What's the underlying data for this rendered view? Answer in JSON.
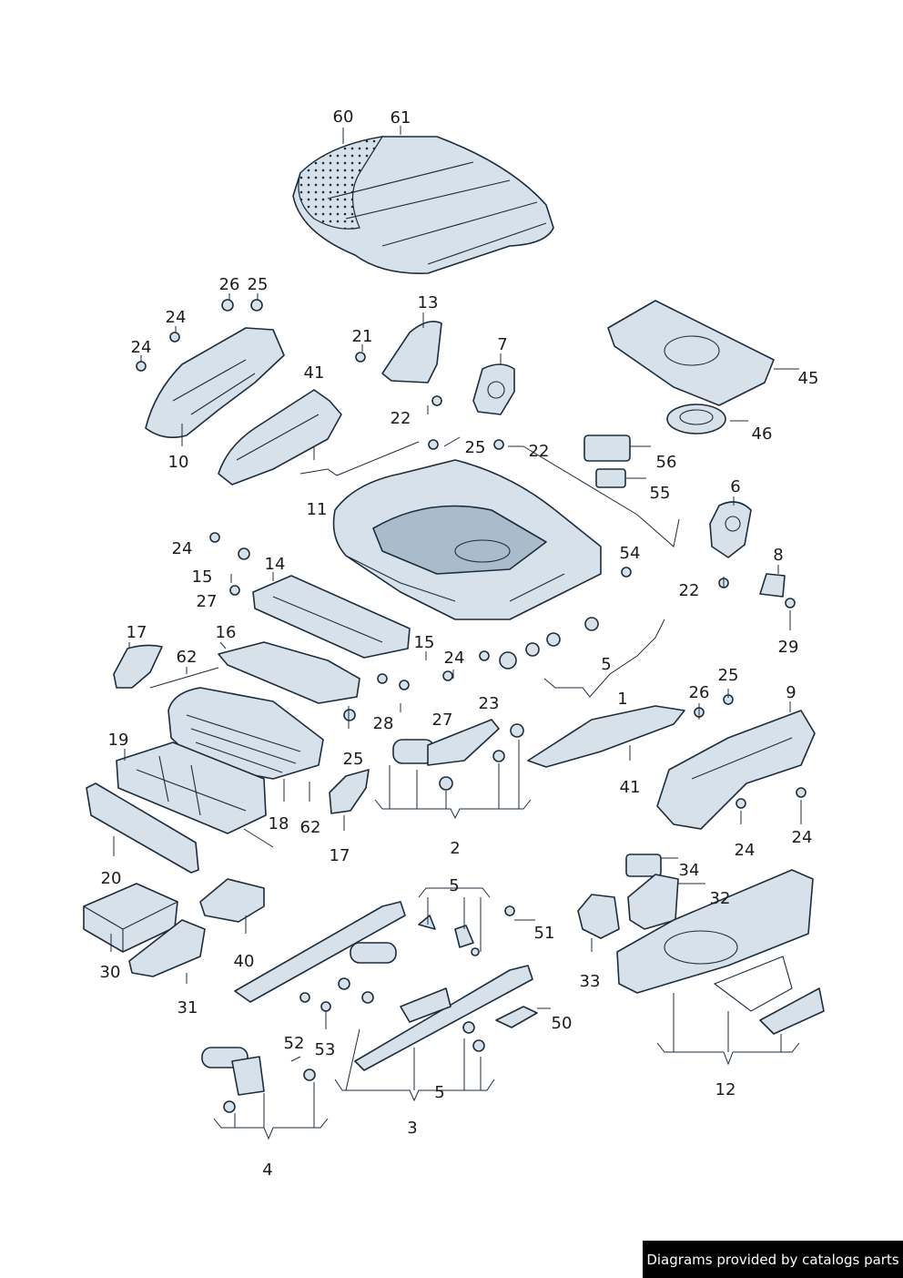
{
  "diagram": {
    "callouts": [
      {
        "id": "c60",
        "text": "60"
      },
      {
        "id": "c61",
        "text": "61"
      },
      {
        "id": "c26a",
        "text": "26"
      },
      {
        "id": "c25a",
        "text": "25"
      },
      {
        "id": "c24a",
        "text": "24"
      },
      {
        "id": "c24b",
        "text": "24"
      },
      {
        "id": "c10",
        "text": "10"
      },
      {
        "id": "c41a",
        "text": "41"
      },
      {
        "id": "c21",
        "text": "21"
      },
      {
        "id": "c13",
        "text": "13"
      },
      {
        "id": "c22a",
        "text": "22"
      },
      {
        "id": "c7",
        "text": "7"
      },
      {
        "id": "c25b",
        "text": "25"
      },
      {
        "id": "c22b",
        "text": "22"
      },
      {
        "id": "c11",
        "text": "11"
      },
      {
        "id": "c45",
        "text": "45"
      },
      {
        "id": "c46",
        "text": "46"
      },
      {
        "id": "c56",
        "text": "56"
      },
      {
        "id": "c55",
        "text": "55"
      },
      {
        "id": "c6",
        "text": "6"
      },
      {
        "id": "c54",
        "text": "54"
      },
      {
        "id": "c8",
        "text": "8"
      },
      {
        "id": "c22c",
        "text": "22"
      },
      {
        "id": "c29",
        "text": "29"
      },
      {
        "id": "c24c",
        "text": "24"
      },
      {
        "id": "c14",
        "text": "14"
      },
      {
        "id": "c15a",
        "text": "15"
      },
      {
        "id": "c27a",
        "text": "27"
      },
      {
        "id": "c17a",
        "text": "17"
      },
      {
        "id": "c16",
        "text": "16"
      },
      {
        "id": "c62a",
        "text": "62"
      },
      {
        "id": "c15b",
        "text": "15"
      },
      {
        "id": "c24d",
        "text": "24"
      },
      {
        "id": "c5a",
        "text": "5"
      },
      {
        "id": "c27b",
        "text": "27"
      },
      {
        "id": "c23",
        "text": "23"
      },
      {
        "id": "c28",
        "text": "28"
      },
      {
        "id": "c1",
        "text": "1"
      },
      {
        "id": "c26b",
        "text": "26"
      },
      {
        "id": "c25c",
        "text": "25"
      },
      {
        "id": "c9",
        "text": "9"
      },
      {
        "id": "c19",
        "text": "19"
      },
      {
        "id": "c25d",
        "text": "25"
      },
      {
        "id": "c41b",
        "text": "41"
      },
      {
        "id": "c18",
        "text": "18"
      },
      {
        "id": "c62b",
        "text": "62"
      },
      {
        "id": "c17b",
        "text": "17"
      },
      {
        "id": "c2",
        "text": "2"
      },
      {
        "id": "c24e",
        "text": "24"
      },
      {
        "id": "c24f",
        "text": "24"
      },
      {
        "id": "c20",
        "text": "20"
      },
      {
        "id": "c5b",
        "text": "5"
      },
      {
        "id": "c34",
        "text": "34"
      },
      {
        "id": "c32",
        "text": "32"
      },
      {
        "id": "c51",
        "text": "51"
      },
      {
        "id": "c30",
        "text": "30"
      },
      {
        "id": "c40",
        "text": "40"
      },
      {
        "id": "c33",
        "text": "33"
      },
      {
        "id": "c31",
        "text": "31"
      },
      {
        "id": "c50",
        "text": "50"
      },
      {
        "id": "c52",
        "text": "52"
      },
      {
        "id": "c53",
        "text": "53"
      },
      {
        "id": "c5c",
        "text": "5"
      },
      {
        "id": "c12",
        "text": "12"
      },
      {
        "id": "c3",
        "text": "3"
      },
      {
        "id": "c4",
        "text": "4"
      }
    ]
  },
  "footer": {
    "text": "Diagrams provided by catalogs parts"
  }
}
